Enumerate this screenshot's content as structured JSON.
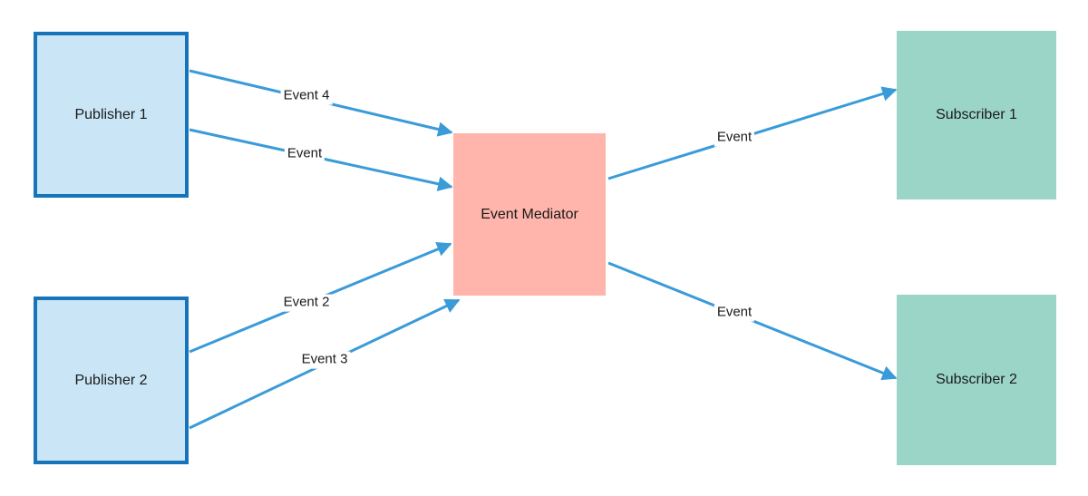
{
  "diagram": {
    "type": "event-mediator-pattern",
    "background": "#ffffff"
  },
  "nodes": [
    {
      "id": "publisher-1",
      "label": "Publisher 1",
      "role": "publisher"
    },
    {
      "id": "publisher-2",
      "label": "Publisher 2",
      "role": "publisher"
    },
    {
      "id": "event-mediator",
      "label": "Event Mediator",
      "role": "mediator"
    },
    {
      "id": "subscriber-1",
      "label": "Subscriber 1",
      "role": "subscriber"
    },
    {
      "id": "subscriber-2",
      "label": "Subscriber 2",
      "role": "subscriber"
    }
  ],
  "edges": [
    {
      "from": "publisher-1",
      "to": "event-mediator",
      "label": "Event 4"
    },
    {
      "from": "publisher-1",
      "to": "event-mediator",
      "label": "Event"
    },
    {
      "from": "publisher-2",
      "to": "event-mediator",
      "label": "Event 2"
    },
    {
      "from": "publisher-2",
      "to": "event-mediator",
      "label": "Event 3"
    },
    {
      "from": "event-mediator",
      "to": "subscriber-1",
      "label": "Event"
    },
    {
      "from": "event-mediator",
      "to": "subscriber-2",
      "label": "Event"
    }
  ],
  "colors": {
    "publisher_fill": "#c9e5f6",
    "publisher_border": "#1774bb",
    "mediator_fill": "#ffb5ab",
    "subscriber_fill": "#9bd5c8",
    "arrow": "#3a9bd9",
    "text": "#1a1a1a"
  }
}
